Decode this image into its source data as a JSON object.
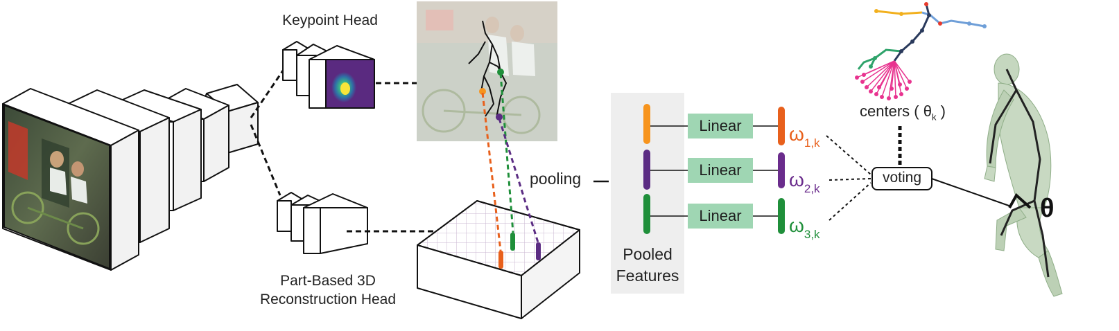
{
  "labels": {
    "keypoint_head": "Keypoint Head",
    "recon_head_line1": "Part-Based 3D",
    "recon_head_line2": "Reconstruction Head",
    "pooling": "pooling",
    "pooled_line1": "Pooled",
    "pooled_line2": "Features",
    "linear": "Linear",
    "voting": "voting",
    "centers_prefix": "centers (",
    "centers_theta": "θ",
    "centers_sub": "k",
    "centers_suffix": ")",
    "theta": "θ"
  },
  "weights": [
    {
      "omega": "ω",
      "sub": "1,k",
      "color": "#e8601c"
    },
    {
      "omega": "ω",
      "sub": "2,k",
      "color": "#6a2c8c"
    },
    {
      "omega": "ω",
      "sub": "3,k",
      "color": "#1f8f3a"
    }
  ],
  "colors": {
    "orange": "#f7941d",
    "purple": "#5b2c83",
    "green": "#1f8f3a",
    "red_orange": "#e8601c",
    "linear_box": "#9fd6b3",
    "pooled_bg": "#eeeeee",
    "heatmap_bg": "#5a2a80",
    "skeleton_pink": "#e8338f"
  },
  "icons": {
    "backbone": "cnn-feature-stack",
    "input_photo": "photo-two-cyclists",
    "body_mesh": "human-mesh-figure"
  }
}
